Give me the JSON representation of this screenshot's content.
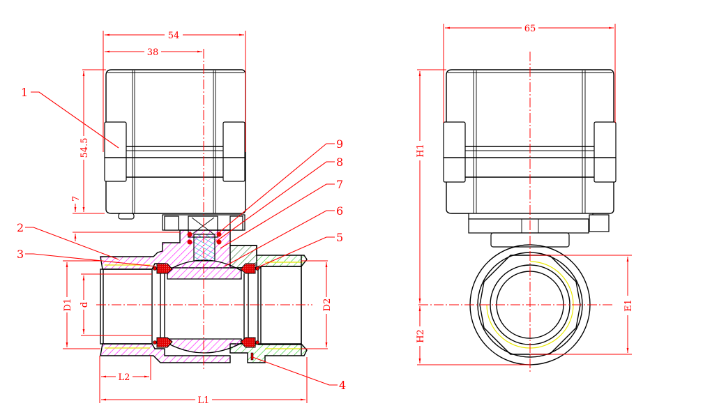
{
  "title": "Electric ball valve dimensional drawing",
  "colors": {
    "dimension": "#ff0000",
    "outline": "#000000",
    "body_hatch": "#ff00ff",
    "union_hatch": "#00cc00",
    "stem_hatch": "#00c8d8",
    "seal": "#e00000",
    "thread": "#e8e800"
  },
  "dimensions": {
    "width_total": "54",
    "width_to_center": "38",
    "actuator_height": "54.5",
    "gap": "7",
    "bore": "d",
    "inlet_diameter": "D1",
    "outlet_diameter": "D2",
    "thread_length": "L2",
    "body_length": "L1",
    "side_width": "65",
    "height_above_center": "H1",
    "height_below_center": "H2",
    "hex_size": "E1"
  },
  "part_callouts": [
    "1",
    "2",
    "3",
    "4",
    "5",
    "6",
    "7",
    "8",
    "9"
  ],
  "views": [
    "section-view",
    "side-view"
  ]
}
